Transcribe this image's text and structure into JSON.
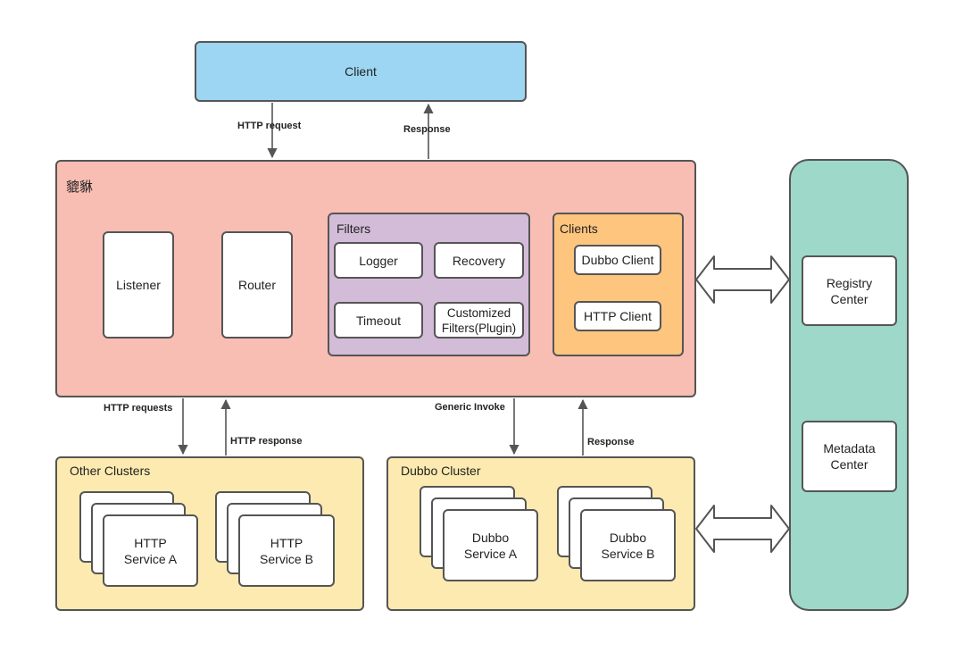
{
  "client": {
    "label": "Client"
  },
  "gateway": {
    "title": "貔貅"
  },
  "top_arrows": {
    "request": "HTTP request",
    "response": "Response"
  },
  "components": {
    "listener": "Listener",
    "router": "Router"
  },
  "filters": {
    "title": "Filters",
    "logger": "Logger",
    "recovery": "Recovery",
    "timeout": "Timeout",
    "customized_line1": "Customized",
    "customized_line2": "Filters(Plugin)"
  },
  "clients": {
    "title": "Clients",
    "dubbo": "Dubbo Client",
    "http": "HTTP Client"
  },
  "registry": {
    "line1": "Registry",
    "line2": "Center"
  },
  "metadata": {
    "line1": "Metadata",
    "line2": "Center"
  },
  "bottom_arrows": {
    "http_requests": "HTTP requests",
    "http_response": "HTTP response",
    "generic_invoke": "Generic Invoke",
    "response": "Response"
  },
  "other_clusters": {
    "title": "Other Clusters",
    "service_a": {
      "line1": "HTTP",
      "line2": "Service A"
    },
    "service_b": {
      "line1": "HTTP",
      "line2": "Service B"
    }
  },
  "dubbo_cluster": {
    "title": "Dubbo Cluster",
    "service_a": {
      "line1": "Dubbo",
      "line2": "Service A"
    },
    "service_b": {
      "line1": "Dubbo",
      "line2": "Service B"
    }
  },
  "colors": {
    "client": "#9dd6f2",
    "gateway": "#f8bdb3",
    "filters": "#d3bcd8",
    "clients": "#fdc57d",
    "registry_panel": "#9dd8c9",
    "cluster": "#fdeab0",
    "arrow": "#555555"
  }
}
